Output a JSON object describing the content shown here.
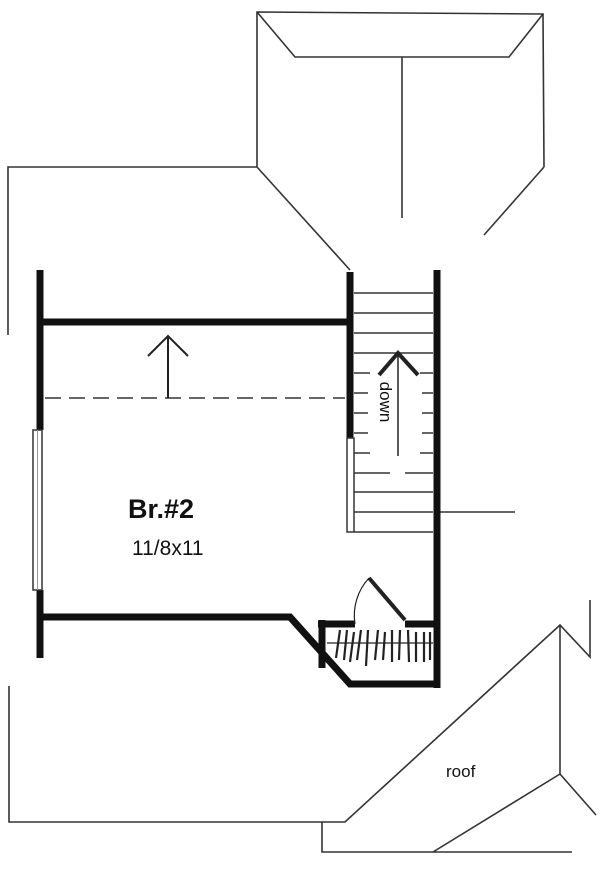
{
  "room": {
    "name": "Br.#2",
    "size": "11/8x11"
  },
  "stairs": {
    "label": "down"
  },
  "roof": {
    "label": "roof"
  },
  "colors": {
    "line": "#111111",
    "background": "#ffffff"
  }
}
